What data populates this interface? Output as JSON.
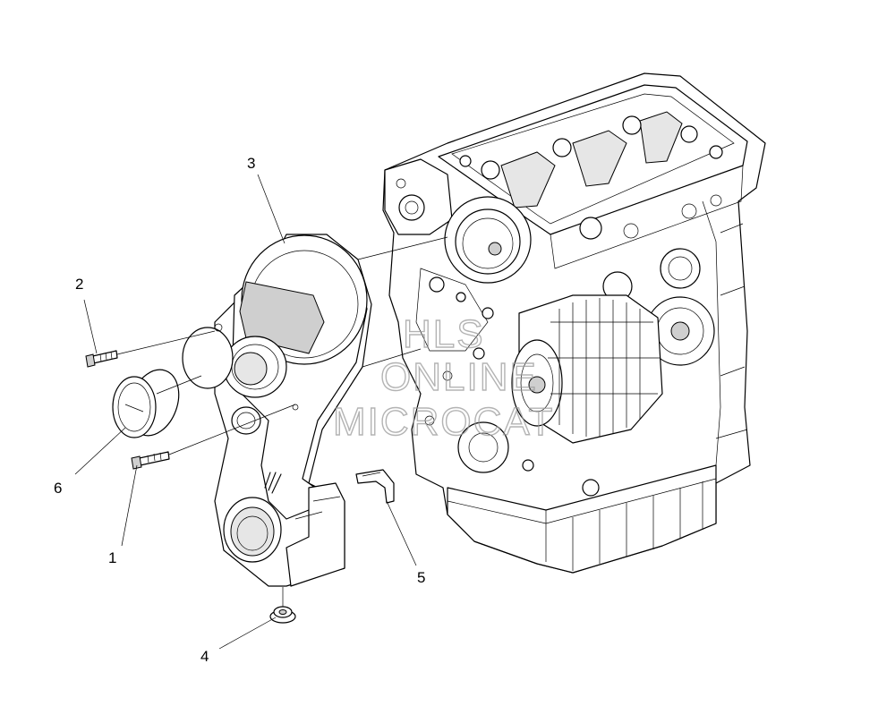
{
  "callouts": [
    {
      "id": "1",
      "label": "1"
    },
    {
      "id": "2",
      "label": "2"
    },
    {
      "id": "3",
      "label": "3"
    },
    {
      "id": "4",
      "label": "4"
    },
    {
      "id": "5",
      "label": "5"
    },
    {
      "id": "6",
      "label": "6"
    }
  ],
  "watermark": {
    "line1": "HLS",
    "line2": "ONLINE",
    "line3": "MICROCAT"
  }
}
